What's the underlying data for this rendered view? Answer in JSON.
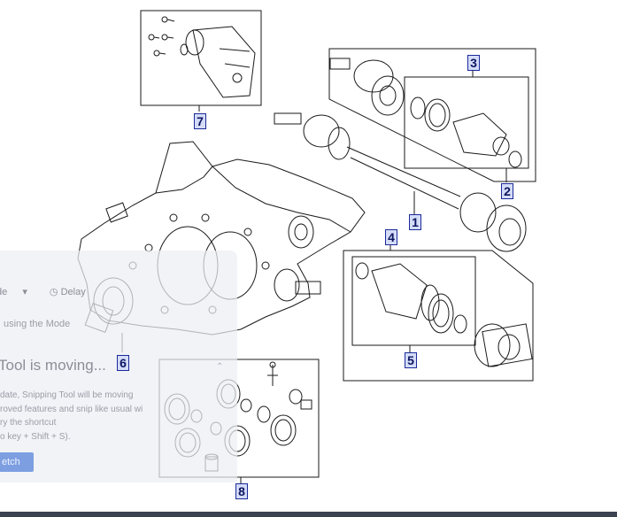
{
  "callouts": {
    "c1": "1",
    "c2": "2",
    "c3": "3",
    "c4": "4",
    "c5": "5",
    "c6": "6",
    "c7": "7",
    "c8": "8"
  },
  "overlay": {
    "mode_label": "de",
    "delay_label": "Delay",
    "hint_text": "using the Mode",
    "title": "Tool is moving...",
    "body_line1": "date, Snipping Tool will be moving",
    "body_line2": "roved features and snip like usual wi",
    "body_line3": "ry the shortcut",
    "body_line4": "o key + Shift + S).",
    "button_label": "etch"
  },
  "colors": {
    "callout_fill": "#d4dcf8",
    "callout_border": "#1b2a9a",
    "line_art": "#1a1a1a",
    "taskbar": "#3b4250"
  }
}
